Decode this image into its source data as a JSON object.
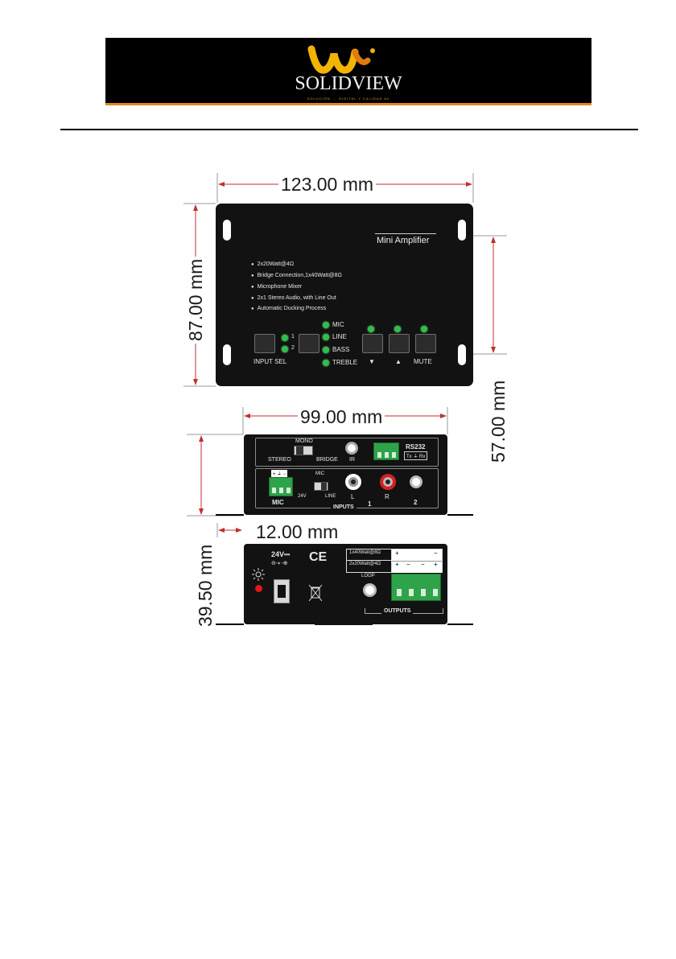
{
  "brand": {
    "name": "SOLIDVIEW",
    "tagline": "SOLUCIÓN ... DIGITAL Y CALIDAD AV",
    "accent_color": "#e08a1e"
  },
  "dimensions": {
    "width_top": "123.00 mm",
    "height_top": "87.00 mm",
    "mount_spacing": "57.00 mm",
    "width_rear": "99.00 mm",
    "height_side": "39.50 mm",
    "flange": "12.00 mm"
  },
  "top_panel": {
    "title": "Mini Amplifier",
    "features": [
      "2x20Watt@4Ω",
      "Bridge Connection,1x40Watt@8Ω",
      "Microphone Mixer",
      "2x1 Stereo Audio, with Line Out",
      "Automatic Ducking Process"
    ],
    "input_leds": [
      "1",
      "2"
    ],
    "input_sel_label": "INPUT SEL",
    "mode_leds": [
      "MIC",
      "LINE",
      "BASS",
      "TREBLE"
    ],
    "down_symbol": "▼",
    "up_symbol": "▲",
    "mute_label": "MUTE"
  },
  "rear_panel": {
    "mono_label": "MONO",
    "stereo_label": "STEREO",
    "bridge_label": "BRIDGE",
    "ir_label": "IR",
    "rs232_label": "RS232",
    "rs232_pins": "Tx ⏚ Rx",
    "mic_terminal_signs": "+ ⏚ −",
    "mic_label": "MIC",
    "mic_switch_top": "MIC",
    "mic_switch_left": "24V",
    "mic_switch_right": "LINE",
    "left_label": "L",
    "right_label": "R",
    "input1_label": "1",
    "input2_label": "2",
    "inputs_label": "INPUTS"
  },
  "front_panel": {
    "power_label": "24V⎓",
    "polarity": "⊖-◐-⊕",
    "ce_mark": "CE",
    "bridge_row": "1x40Watt@8Ω",
    "stereo_row": "2x20Watt@4Ω",
    "bridge_signs": [
      "+",
      "−"
    ],
    "stereo_signs": [
      "+",
      "−",
      "−",
      "+"
    ],
    "loop_label": "LOOP",
    "outputs_label": "OUTPUTS",
    "power_icon": "sun-led-icon",
    "weee_icon": "crossed-bin-icon"
  }
}
